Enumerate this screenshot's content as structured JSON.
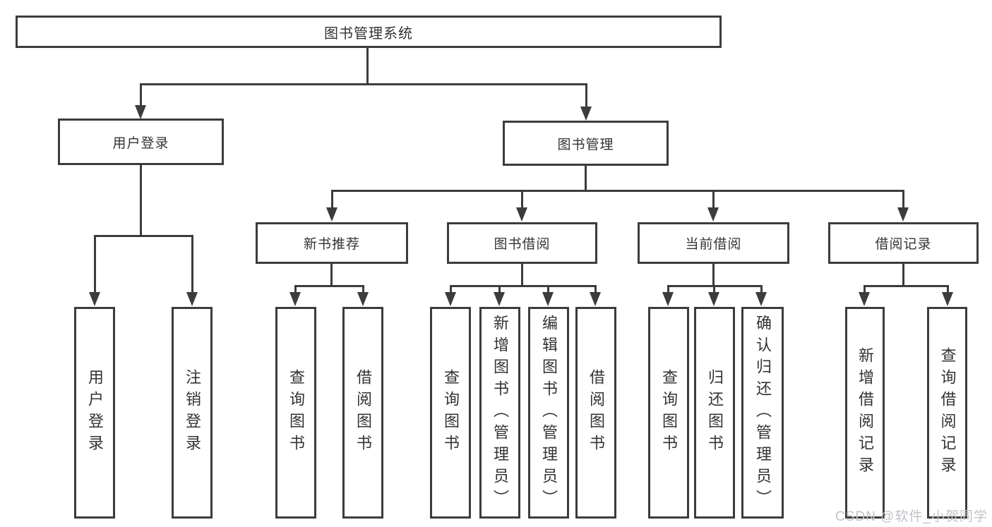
{
  "diagram": {
    "title": "图书管理系统",
    "branches": [
      {
        "label": "用户登录",
        "leaves": [
          "用户登录",
          "注销登录"
        ]
      },
      {
        "label": "图书管理",
        "sections": [
          {
            "label": "新书推荐",
            "leaves": [
              "查询图书",
              "借阅图书"
            ]
          },
          {
            "label": "图书借阅",
            "leaves": [
              "查询图书",
              "新增图书（管理员）",
              "编辑图书（管理员）",
              "借阅图书"
            ]
          },
          {
            "label": "当前借阅",
            "leaves": [
              "查询图书",
              "归还图书",
              "确认归还（管理员）"
            ]
          },
          {
            "label": "借阅记录",
            "leaves": [
              "新增借阅记录",
              "查询借阅记录"
            ]
          }
        ]
      }
    ]
  },
  "watermark": "CSDN @软件_小贺同学",
  "colors": {
    "line": "#3c3c3c",
    "text": "#333333",
    "watermark": "#c0c3c8",
    "background": "#ffffff"
  }
}
